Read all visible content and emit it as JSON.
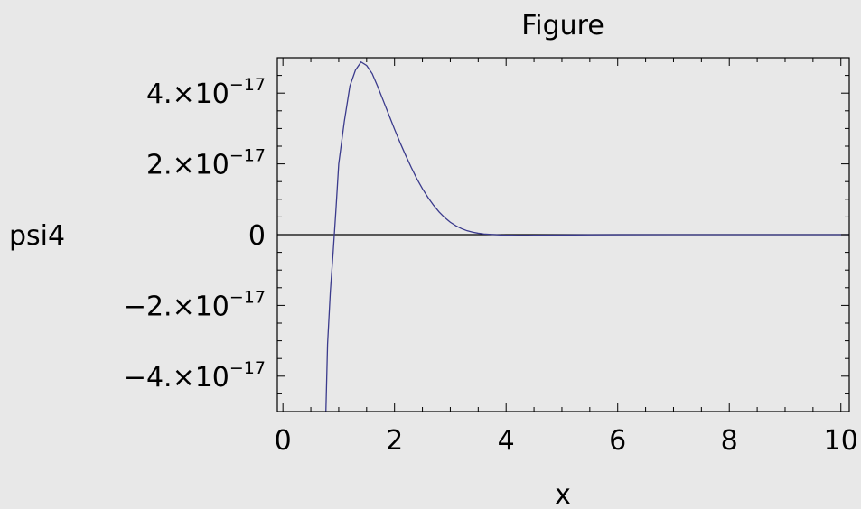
{
  "chart_data": {
    "type": "line",
    "title": "Figure",
    "xlabel": "x",
    "ylabel": "psi4",
    "xlim": [
      -0.1,
      10.15
    ],
    "ylim": [
      -5e-17,
      5e-17
    ],
    "grid": false,
    "legend": "none",
    "x_ticks": [
      {
        "value": 0,
        "label": "0"
      },
      {
        "value": 2,
        "label": "2"
      },
      {
        "value": 4,
        "label": "4"
      },
      {
        "value": 6,
        "label": "6"
      },
      {
        "value": 8,
        "label": "8"
      },
      {
        "value": 10,
        "label": "10"
      }
    ],
    "y_ticks": [
      {
        "value": 4e-17,
        "mantissa": "4.",
        "times": "×10",
        "exponent": "−17"
      },
      {
        "value": 2e-17,
        "mantissa": "2.",
        "times": "×10",
        "exponent": "−17"
      },
      {
        "value": 0,
        "mantissa": "0",
        "times": "",
        "exponent": ""
      },
      {
        "value": -2e-17,
        "mantissa": "−2.",
        "times": "×10",
        "exponent": "−17"
      },
      {
        "value": -4e-17,
        "mantissa": "−4.",
        "times": "×10",
        "exponent": "−17"
      }
    ],
    "series": [
      {
        "color": "#3a3a8c",
        "x": [
          0.77,
          0.8,
          0.85,
          0.9,
          0.95,
          1.0,
          1.1,
          1.2,
          1.3,
          1.4,
          1.5,
          1.6,
          1.7,
          1.8,
          1.9,
          2.0,
          2.1,
          2.2,
          2.3,
          2.4,
          2.5,
          2.6,
          2.7,
          2.8,
          2.9,
          3.0,
          3.1,
          3.2,
          3.3,
          3.4,
          3.5,
          3.6,
          3.7,
          3.8,
          3.9,
          4.0,
          4.1,
          4.2,
          4.3,
          4.4,
          4.5,
          5.0,
          5.5,
          6.0,
          7.0,
          8.0,
          9.0,
          10.0,
          10.15
        ],
        "y": [
          -5e-17,
          -3.1e-17,
          -1.6e-17,
          -5e-18,
          7e-18,
          2e-17,
          3.2e-17,
          4.2e-17,
          4.65e-17,
          4.88e-17,
          4.78e-17,
          4.55e-17,
          4.18e-17,
          3.78e-17,
          3.38e-17,
          2.98e-17,
          2.6e-17,
          2.24e-17,
          1.9e-17,
          1.58e-17,
          1.3e-17,
          1.05e-17,
          8.3e-18,
          6.4e-18,
          4.8e-18,
          3.5e-18,
          2.5e-18,
          1.7e-18,
          1.1e-18,
          7e-19,
          4e-19,
          2e-19,
          1e-19,
          0.0,
          -1e-19,
          -1.5e-19,
          -1.8e-19,
          -2e-19,
          -2e-19,
          -2e-19,
          -1.8e-19,
          -1e-19,
          -5e-20,
          -2e-20,
          0.0,
          0.0,
          0.0,
          0.0,
          0.0
        ]
      }
    ],
    "zero_line": true
  }
}
